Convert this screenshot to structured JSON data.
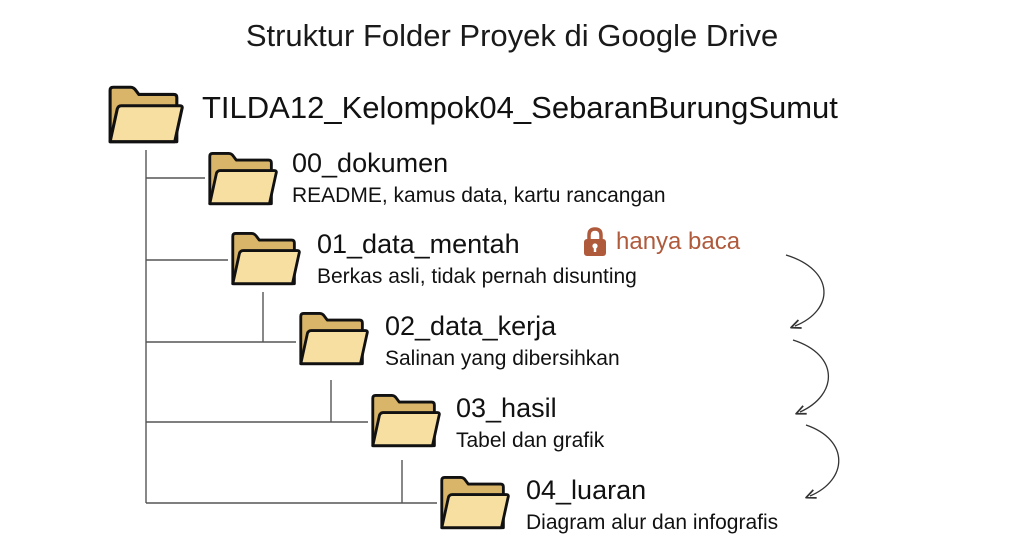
{
  "title": "Struktur Folder Proyek di Google Drive",
  "colors": {
    "folder_fill": "#f7dfa2",
    "folder_tab": "#d9b56a",
    "outline": "#111111",
    "line": "#555555",
    "lock": "#b05a3c"
  },
  "root": {
    "name": "TILDA12_Kelompok04_SebaranBurungSumut",
    "icon": "folder-icon"
  },
  "folders": [
    {
      "name": "00_dokumen",
      "desc": "README, kamus data, kartu rancangan",
      "icon": "folder-icon"
    },
    {
      "name": "01_data_mentah",
      "desc": "Berkas asli, tidak pernah disunting",
      "icon": "folder-icon",
      "badge": {
        "icon": "lock-icon",
        "label": "hanya baca"
      }
    },
    {
      "name": "02_data_kerja",
      "desc": "Salinan yang dibersihkan",
      "icon": "folder-icon"
    },
    {
      "name": "03_hasil",
      "desc": "Tabel dan grafik",
      "icon": "folder-icon"
    },
    {
      "name": "04_luaran",
      "desc": "Diagram alur dan infografis",
      "icon": "folder-icon"
    }
  ],
  "flow_arrows": [
    {
      "from": "01_data_mentah",
      "to": "02_data_kerja",
      "icon": "curved-arrow-icon"
    },
    {
      "from": "02_data_kerja",
      "to": "03_hasil",
      "icon": "curved-arrow-icon"
    },
    {
      "from": "03_hasil",
      "to": "04_luaran",
      "icon": "curved-arrow-icon"
    }
  ]
}
